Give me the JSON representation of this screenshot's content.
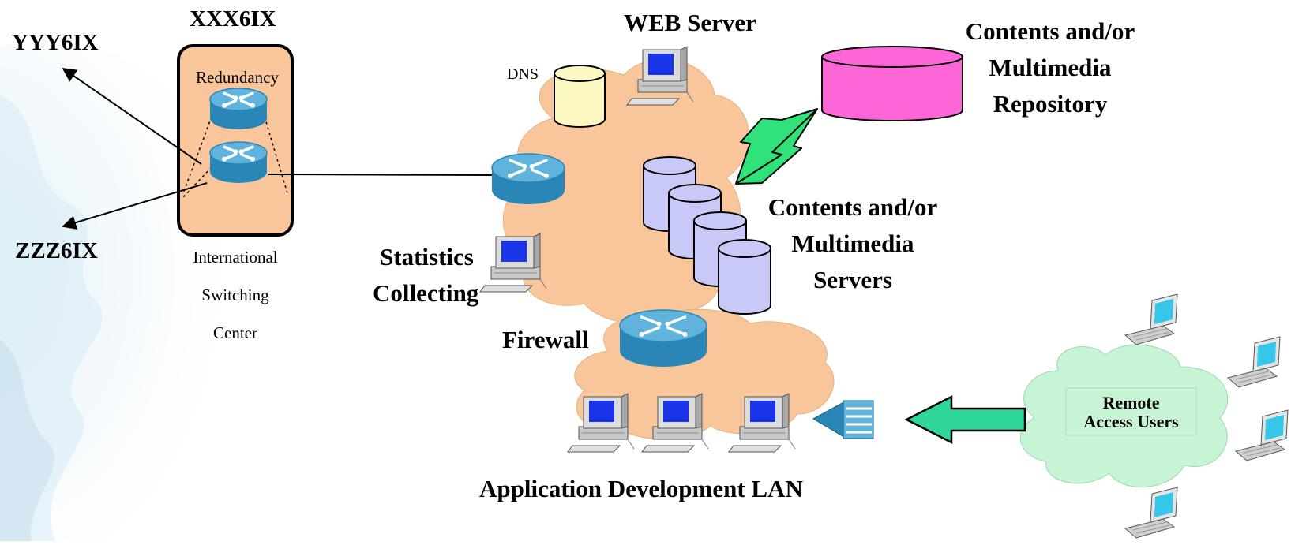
{
  "diagram": {
    "exchange_left_top": "YYY6IX",
    "exchange_left_bottom": "ZZZ6IX",
    "exchange_main": "XXX6IX",
    "redundancy": "Redundancy",
    "isc_line1": "International",
    "isc_line2": "Switching",
    "isc_line3": "Center",
    "web_server": "WEB Server",
    "dns": "DNS",
    "repository_line1": "Contents and/or",
    "repository_line2": "Multimedia",
    "repository_line3": "Repository",
    "servers_line1": "Contents and/or",
    "servers_line2": "Multimedia",
    "servers_line3": "Servers",
    "stats_line1": "Statistics",
    "stats_line2": "Collecting",
    "firewall": "Firewall",
    "remote_line1": "Remote",
    "remote_line2": "Access Users",
    "lan": "Application Development LAN"
  },
  "colors": {
    "cloud": "#f9c59a",
    "router": "#2b86b8",
    "router_top": "#5fb3dc",
    "dns": "#fcf8c2",
    "repository": "#fd66d6",
    "servers": "#c9c9f8",
    "remote_cloud": "#c8f4d6",
    "bolt": "#2fe27a",
    "arrow": "#2ed69a",
    "screen": "#1a35e8",
    "laptop_screen": "#35c6ea"
  }
}
